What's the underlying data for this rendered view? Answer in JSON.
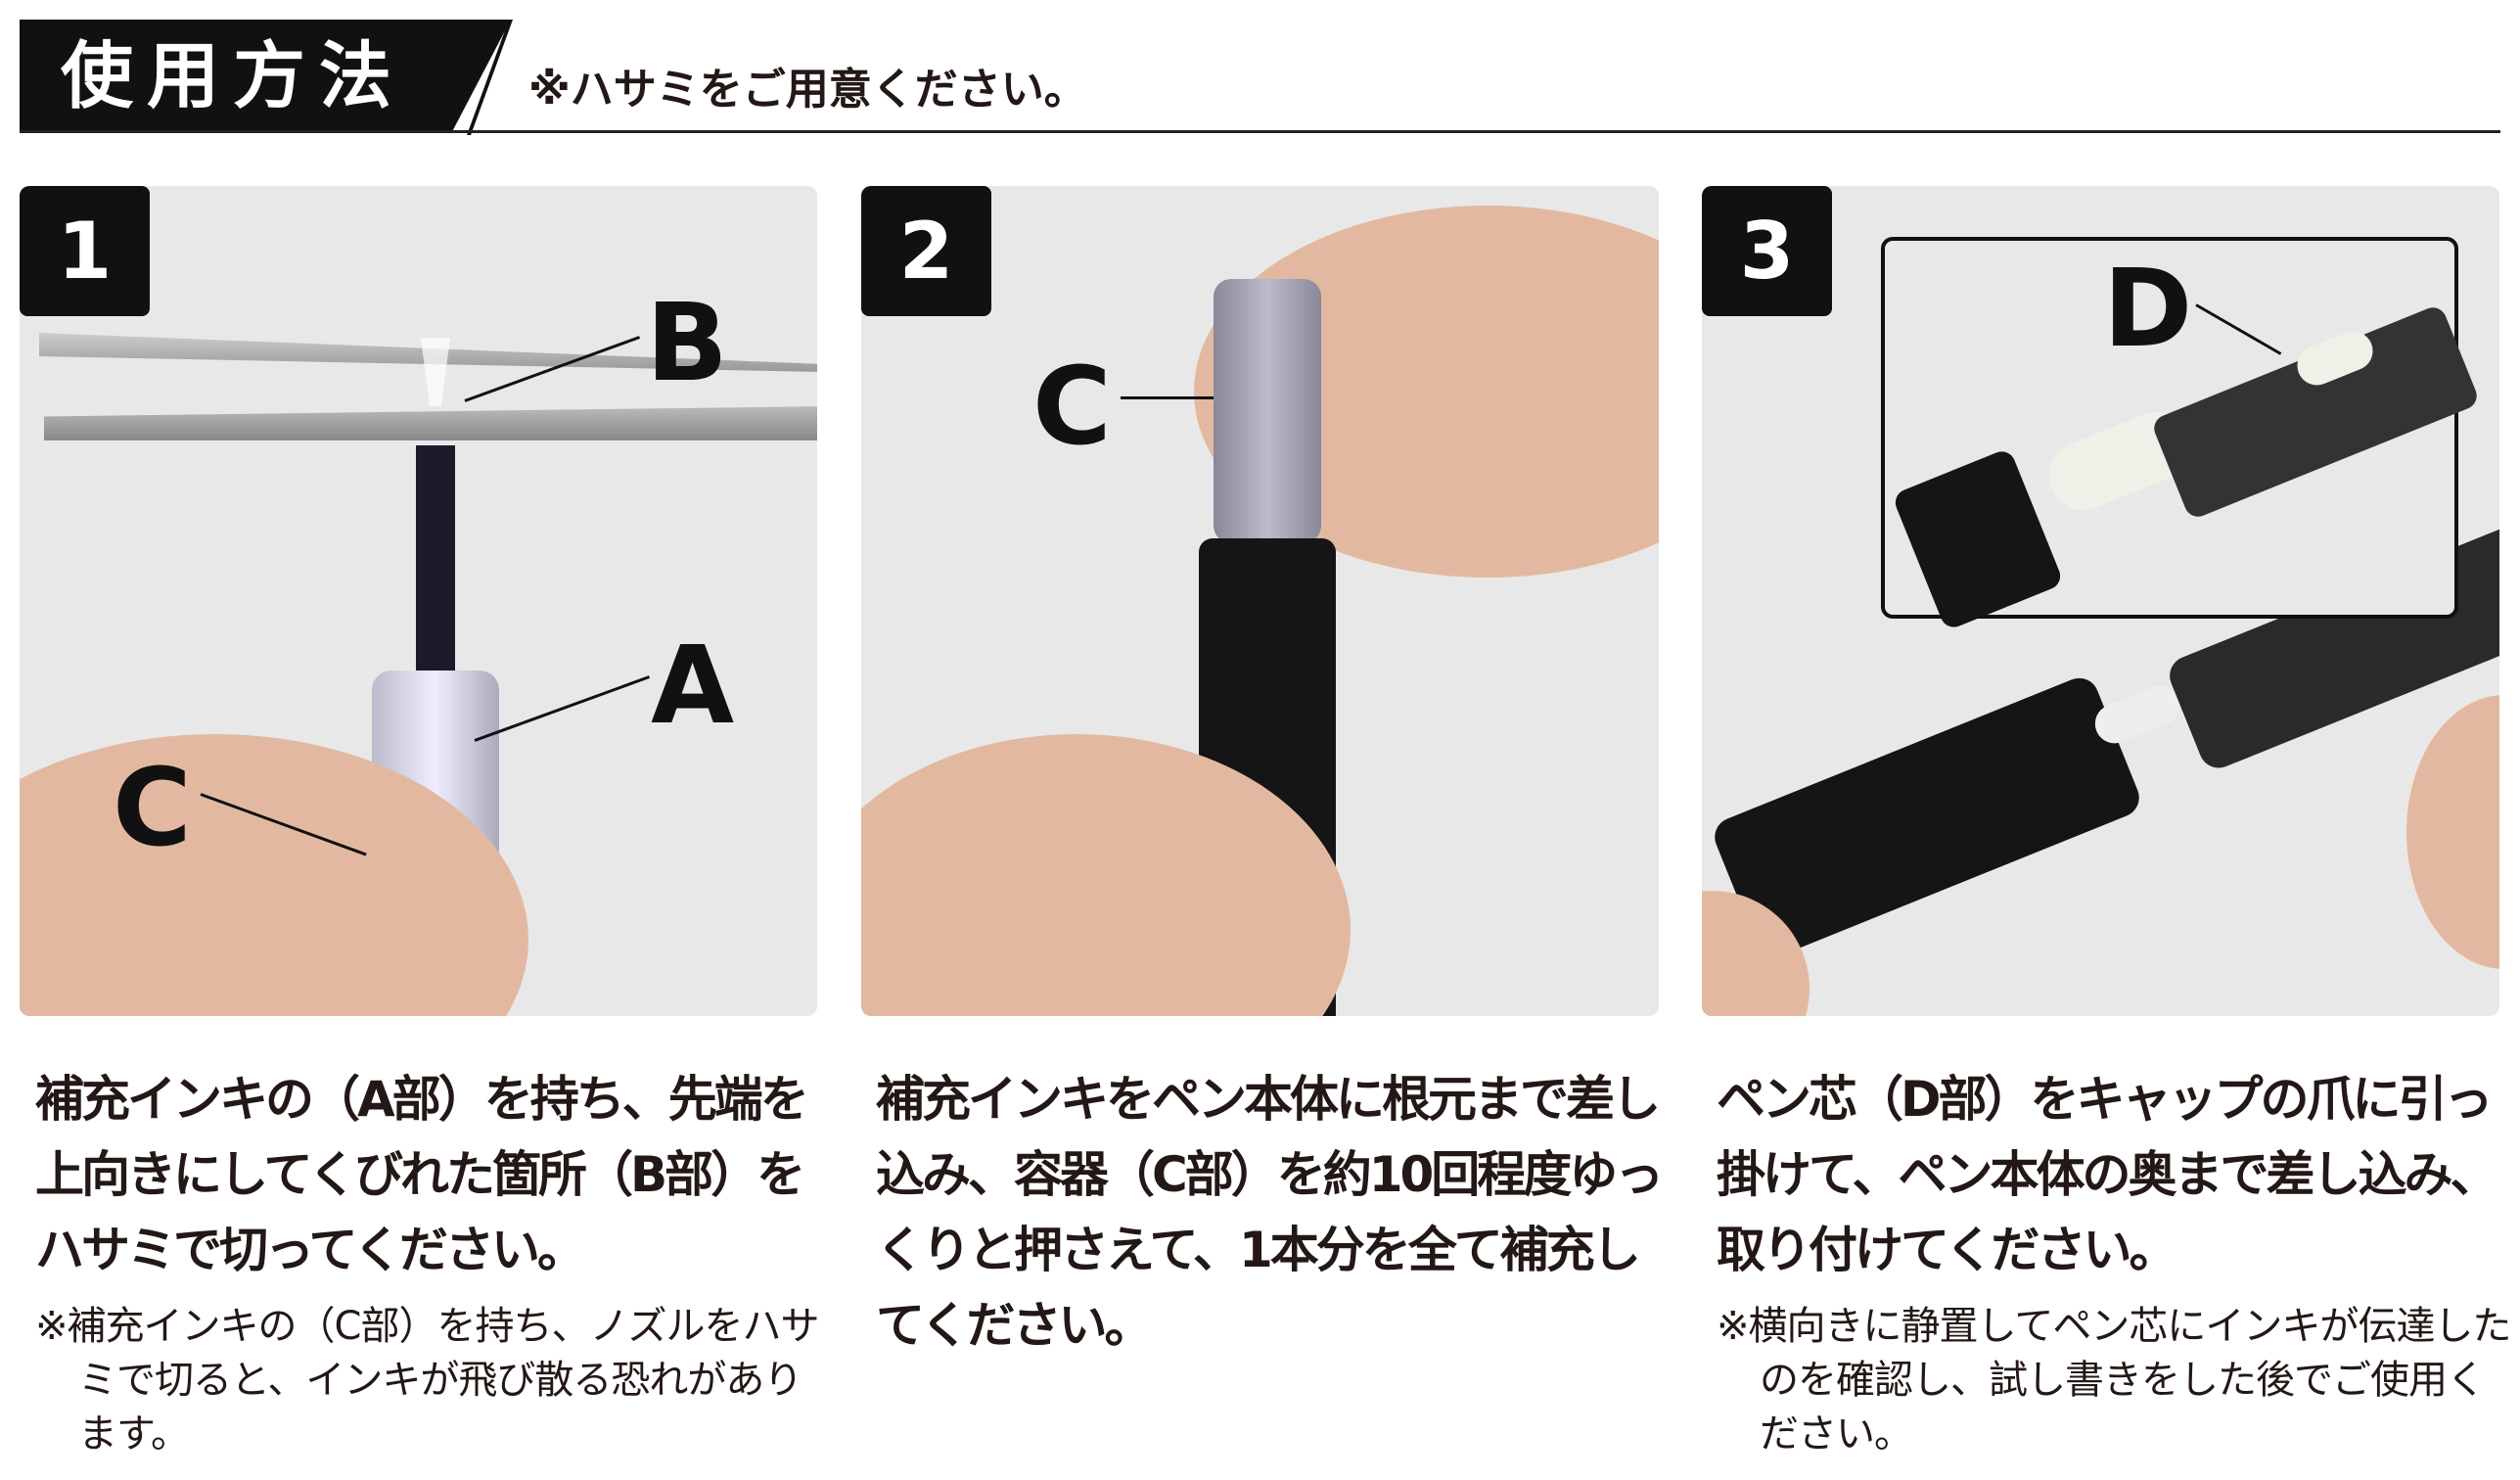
{
  "header": {
    "title": "使用方法",
    "subtitle": "※ハサミをご用意ください。"
  },
  "steps": [
    {
      "number": "1",
      "labels": [
        "B",
        "A",
        "C"
      ],
      "text": "補充インキの（A部）を持ち、先端を上向きにしてくびれた箇所（B部）をハサミで切ってください。",
      "note": "※補充インキの（C部）を持ち、ノズルをハサミで切ると、インキが飛び散る恐れがあります。"
    },
    {
      "number": "2",
      "labels": [
        "C"
      ],
      "text": "補充インキをペン本体に根元まで差し込み、容器（C部）を約10回程度ゆっくりと押さえて、1本分を全て補充してください。"
    },
    {
      "number": "3",
      "labels": [
        "D"
      ],
      "text": "ペン芯（D部）をキャップの爪に引っ掛けて、ペン本体の奥まで差し込み、取り付けてください。",
      "note": "※横向きに静置してペン芯にインキが伝達したのを確認し、試し書きをした後でご使用ください。"
    }
  ],
  "colors": {
    "badge": "#111111",
    "panel_bg": "#e8e8e8",
    "skin": "#e2b9a0"
  }
}
